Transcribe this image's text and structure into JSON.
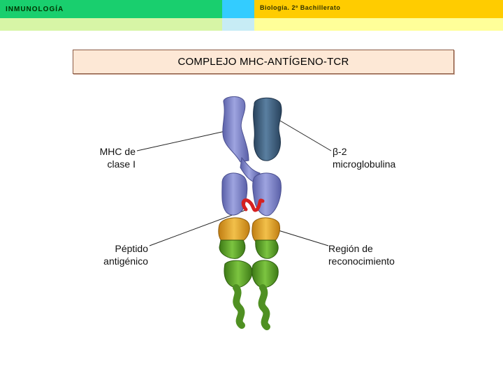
{
  "header": {
    "section": "INMUNOLOGÍA",
    "course": "Biología. 2º Bachillerato"
  },
  "title": "COMPLEJO MHC-ANTÍGENO-TCR",
  "labels": {
    "mhc_line1": "MHC de",
    "mhc_line2": "clase I",
    "b2m_line1": "β-2",
    "b2m_line2": "microglobulina",
    "peptide_line1": "Péptido",
    "peptide_line2": "antigénico",
    "region_line1": "Región de",
    "region_line2": "reconocimiento"
  },
  "colors": {
    "mhc": "#7f86cc",
    "b2m": "#3f5f7f",
    "peptide": "#d62020",
    "recognition": "#e6a52a",
    "tcr": "#5ea32a",
    "header_green": "#19cf6e",
    "header_yellow": "#ffcc00",
    "title_bg": "#fde8d6"
  }
}
